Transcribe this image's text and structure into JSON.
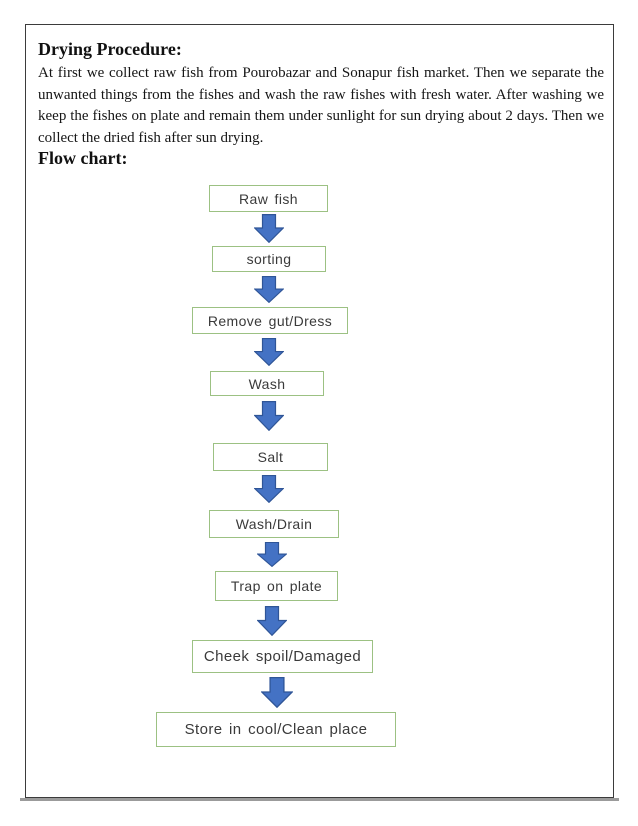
{
  "content": {
    "heading1": "Drying Procedure:",
    "paragraph_lines": [
      "At first we collect raw fish from Pourobazar and Sonapur fish market. Then we separate the",
      "unwanted things from the fishes and wash the raw fishes with fresh water. After washing we keep",
      "the fishes on plate and remain them under sunlight for sun drying about 2 days. Then we collect",
      "the dried fish after sun drying."
    ],
    "heading2": "Flow chart:"
  },
  "flowchart": {
    "steps": [
      {
        "label": "Raw fish"
      },
      {
        "label": "sorting"
      },
      {
        "label": "Remove gut/Dress"
      },
      {
        "label": "Wash"
      },
      {
        "label": "Salt"
      },
      {
        "label": "Wash/Drain"
      },
      {
        "label": "Trap on plate"
      },
      {
        "label": "Cheek spoil/Damaged"
      },
      {
        "label": "Store in cool/Clean place"
      }
    ],
    "arrow_fill": "#4472C4",
    "arrow_stroke": "#2F5597",
    "box_border_color": "#9CC183",
    "box_text_color": "#3A3A3A"
  }
}
